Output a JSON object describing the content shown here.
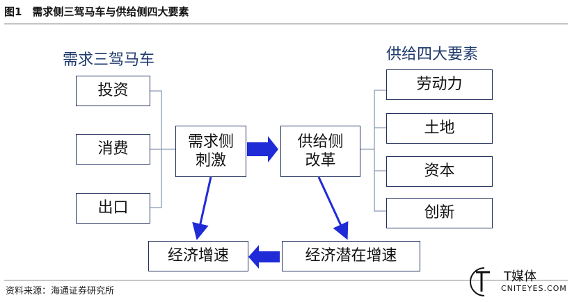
{
  "caption": "图1　需求侧三驾马车与供给侧四大要素",
  "demand_title": "需求三驾马车",
  "supply_title": "供给四大要素",
  "demand_items": [
    "投资",
    "消费",
    "出口"
  ],
  "supply_items": [
    "劳动力",
    "土地",
    "资本",
    "创新"
  ],
  "center_left": {
    "line1": "需求侧",
    "line2": "刺激"
  },
  "center_right": {
    "line1": "供给侧",
    "line2": "改革"
  },
  "bottom_left": "经济增速",
  "bottom_right": "经济潜在增速",
  "source": "资料来源：海通证券研究所",
  "watermark": {
    "name": "T媒体",
    "url": "CNITEYES.COM",
    "mark": "T"
  },
  "colors": {
    "arrow": "#1f2bd6",
    "connector": "#8a9bb5",
    "box_border": "#24325f",
    "heading": "#1f3a6b"
  }
}
